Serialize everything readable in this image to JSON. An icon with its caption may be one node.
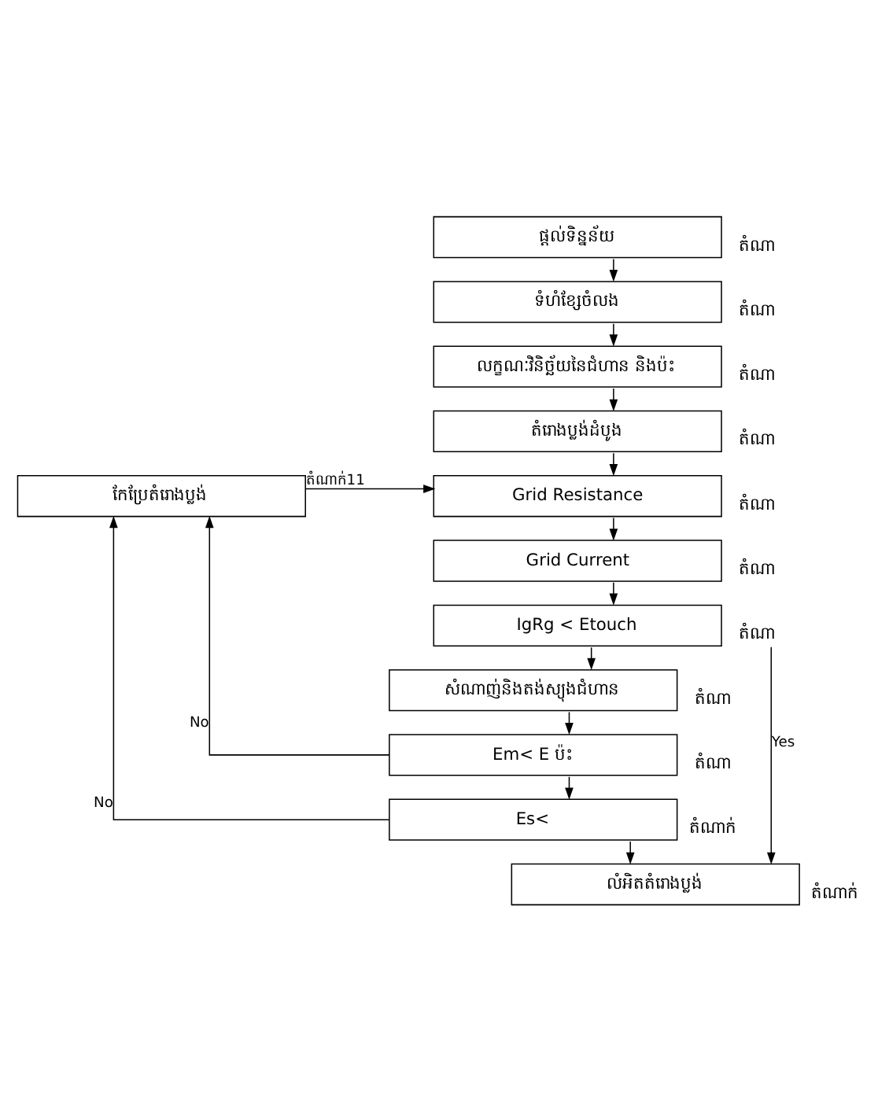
{
  "diagram": {
    "nodes": [
      {
        "text": [
          "ផ្តល់ទិន្នន័យ"
        ],
        "beside": [
          "តំណា"
        ]
      },
      {
        "text": [
          "ទំហំខ្សែចំលង"
        ],
        "beside": [
          "តំណា"
        ]
      },
      {
        "text": [
          "លក្ខណៈវិនិច្ឆ័យនៃជំហាន និងប៉ះ"
        ],
        "beside": [
          "តំណា"
        ]
      },
      {
        "text": [
          "តំរោងប្លង់ដំបូង"
        ],
        "beside": [
          "តំណា"
        ]
      },
      {
        "text": [
          "Grid Resistance"
        ],
        "beside": [
          "តំណា"
        ]
      },
      {
        "text": [
          "Grid Current"
        ],
        "beside": [
          "តំណា"
        ]
      },
      {
        "text": [
          "IgRg < Etouch"
        ],
        "beside": [
          "តំណា"
        ]
      },
      {
        "text": [
          "សំណាញ់និងតង់ស្យុងជំហាន"
        ],
        "beside": [
          "តំណា"
        ]
      },
      {
        "text": [
          "Em< E ប៉ះ"
        ],
        "beside": [
          "តំណា"
        ]
      },
      {
        "text": [
          "Es<"
        ],
        "beside": [
          "តំណាក់"
        ]
      },
      {
        "text": [
          "លំអិតតំរោងប្លង់"
        ],
        "beside": [
          "តំណាក់"
        ]
      },
      {
        "text": [
          "កែប្រែតំរោងប្លង់"
        ]
      }
    ],
    "edges": [
      {
        "from": 0,
        "to": 1,
        "arrow": "to"
      },
      {
        "from": 1,
        "to": 2,
        "arrow": "to"
      },
      {
        "from": 2,
        "to": 3,
        "arrow": "to"
      },
      {
        "from": 3,
        "to": 4,
        "arrow": "to"
      },
      {
        "from": 4,
        "to": 5,
        "arrow": "to"
      },
      {
        "from": 5,
        "to": 6,
        "arrow": "to"
      },
      {
        "from": 6,
        "to": 7,
        "arrow": "to"
      },
      {
        "from": 6,
        "to": 10,
        "arrow": "to",
        "label": "Yes"
      },
      {
        "from": 7,
        "to": 8,
        "arrow": "to"
      },
      {
        "from": 8,
        "to": 9,
        "arrow": "to"
      },
      {
        "from": 9,
        "to": 10,
        "arrow": "to"
      },
      {
        "from": 8,
        "to": 11,
        "arrow": "to",
        "label": "No"
      },
      {
        "from": 9,
        "to": 11,
        "arrow": "to",
        "label": "No"
      },
      {
        "from": 11,
        "to": 4,
        "arrow": "to",
        "label": "តំណាក់11"
      }
    ]
  }
}
